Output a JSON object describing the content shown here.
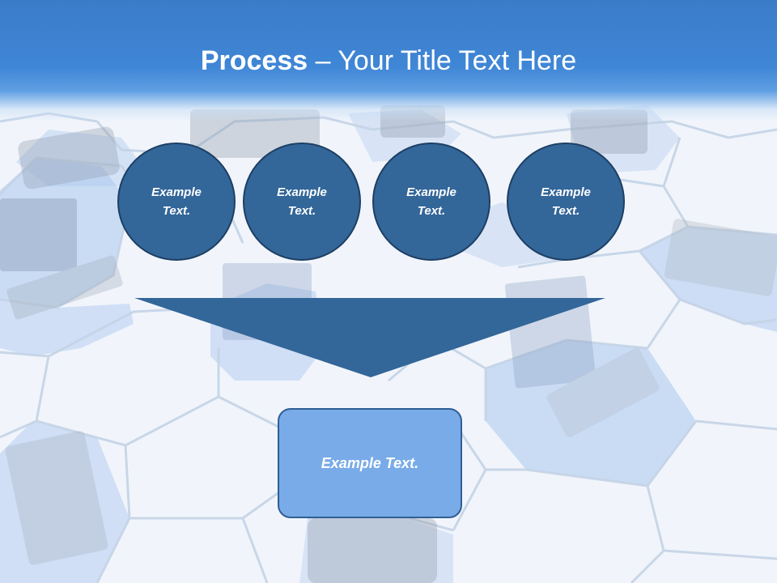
{
  "title": {
    "bold": "Process",
    "rest": " – Your Title Text Here"
  },
  "steps": [
    {
      "label": "Example Text."
    },
    {
      "label": "Example Text."
    },
    {
      "label": "Example Text."
    },
    {
      "label": "Example Text."
    }
  ],
  "result": {
    "label": "Example Text."
  },
  "colors": {
    "header": "#3f86d6",
    "circle": "#336699",
    "arrow": "#336699",
    "box": "#78abe8",
    "hex_tint": "#a9c6ef"
  }
}
